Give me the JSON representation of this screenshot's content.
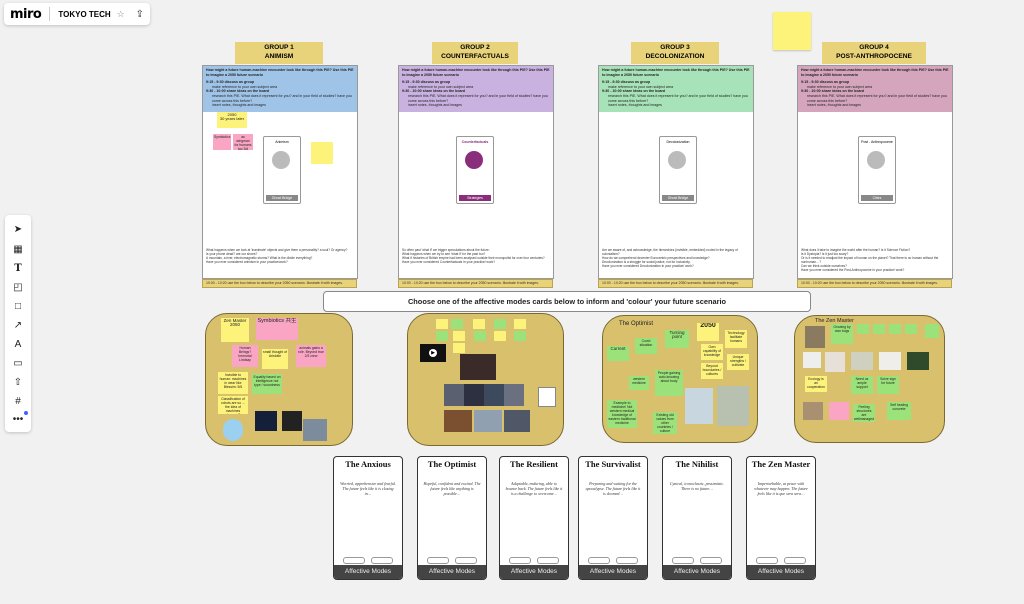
{
  "app": {
    "logo": "miro",
    "board_title": "TOKYO TECH"
  },
  "groups": [
    {
      "title_line1": "GROUP 1",
      "title_line2": "ANIMISM",
      "color": "#9fc4e8",
      "q": "How might a future human-machine encounter look like through this PIE? Use this PIE to imagine a 2050 future scenario",
      "steps": [
        "9:15 - 9:30 discuss as group",
        "make reference to your own subject area",
        "9:30 - 10:00 share ideas on the board",
        "research this PIE. What does it represent for you? and in your field of studies? have you come across this before?",
        "insert notes, thoughts and images"
      ],
      "card_label": "Animism",
      "card_foot": "Ghost Bridge",
      "bottom": "What happens when we look at 'inanimate' objects and give them a personality? a soul? Or agency?\nIs your phone dead? are our shoes?\nA mountain, a river, electromagnetic storms? What is the divide everything?\nHave you ever considered animism in your practice/work?"
    },
    {
      "title_line1": "GROUP 2",
      "title_line2": "COUNTERFACTUALS",
      "color": "#c9b1e0",
      "q": "How might a future human-machine encounter look like through this PIE? Use this PIE to imagine a 2050 future scenario",
      "steps": [
        "9:15 - 9:30 discuss as group",
        "make reference to your own subject area",
        "9:30 - 10:00 share ideas on the board",
        "research this PIE. What does it represent for you? and in your field of studies? have you come across this before?",
        "insert notes, thoughts and images"
      ],
      "card_label": "Counterfactuals",
      "card_foot": "Strategies",
      "bottom": "So often past 'what if' we trigger speculations about the future.\nWhat happens when we try to see 'what if' for the past too?\nWhat if histories of British empire had been analysed outside their monopolist for over four centuries?\nHave you ever considered Counterfactuals in your practice/ work?"
    },
    {
      "title_line1": "GROUP 3",
      "title_line2": "DECOLONIZATION",
      "color": "#a8e2b8",
      "q": "How might a future human-machine encounter look like through this PIE? Use this PIE to imagine a 2050 future scenario",
      "steps": [
        "9:15 - 9:30 discuss as group",
        "make reference to your own subject area",
        "9:30 - 10:00 share ideas on the board",
        "research this PIE. What does it represent for you? and in your field of studies? have you come across this before?",
        "insert notes, thoughts and images"
      ],
      "card_label": "Decolonization",
      "card_foot": "Ghost Bridge",
      "bottom": "Are we aware of, and acknowledge, the hierarchies (invisible, embedded) rooted in the legacy of colonialism?\nHow do we comprehend decenter Eurocentric perspectives and knowledge?\nDecolonization is a struggle for social justice, not for inclusivity.\nHave you ever considered Decolonization in your practice/ work?"
    },
    {
      "title_line1": "GROUP 4",
      "title_line2": "POST-ANTHROPOCENE",
      "color": "#d5a5bd",
      "q": "How might a future human-machine encounter look like through this PIE? Use this PIE to imagine a 2050 future scenario",
      "steps": [
        "9:15 - 9:30 discuss as group",
        "make reference to your own subject area",
        "9:30 - 10:00 share ideas on the board",
        "research this PIE. What does it represent for you? and in your field of studies? have you come across this before?",
        "insert notes, thoughts and images"
      ],
      "card_label": "Post - Anthropocene",
      "card_foot": "Cities",
      "bottom": "What does it take to imagine the world after the human? Is it Science Fiction?\nIs it Dystopia? Is it just too scary?\nOr is it needed to readjust the impact of human on the planet? That there is no human without the nonhuman…?\nCan we think outside ourselves?\nHave you ever considered the Post-Anthropocene in your practice/ work?"
    }
  ],
  "footer_text": "10:00 - 10:20 use the box below to describe your 2050 scenario. Illustrate it with images.",
  "banner": "Choose one of the affective modes cards below  to inform and 'colour' your future scenario",
  "g1_stickies": {
    "a": "2050\n30 years later",
    "b": "Symbiotics",
    "c": "as wingman for humans too 3/d",
    "d": "Zen Master 2050",
    "e": "Symbiotics 共生",
    "f": "Human Beings? Immortal Lindsay",
    "g": "small thought of Aristotle",
    "h": "animals gains a role. Beyond true 2/3 crew",
    "i": "Invisible to human: machines in wear like Blessim: 5/6",
    "j": "Equality based on intelligence not type / soundness",
    "k": "Classification of robots are so ... the idea of machines changed?"
  },
  "g3_stickies": {
    "title": "The Optimist",
    "current": "Current",
    "covid": "Covid situation",
    "turning": "Turning point",
    "y2050": "2050",
    "tech": "Technology facilitate humans",
    "own": "Own capability of knowledge",
    "beyond": "Beyond boundaries / cultures",
    "unique": "Unique strengths / cultivate",
    "western": "western medicine",
    "people": "People gaining auto-knowing about body",
    "example": "Example to medicine! Not western medical knowledge of eastern traditional medicine",
    "existing": "Existing old values from other countries / culture"
  },
  "g4_stickies": {
    "title": "The Zen Master",
    "s1": "Growing by own bugs",
    "s2": "Need us ample support",
    "s3": "Solve sign for future",
    "s4": "Ecology is an cooperation",
    "s5": "Self healing concrete",
    "s6": "Feeling structures are wellmanaged"
  },
  "modes": [
    {
      "title": "The Anxious",
      "desc": "Worried, apprehensive and fearful. The future feels like it is closing in…",
      "foot": "Affective Modes"
    },
    {
      "title": "The Optimist",
      "desc": "Hopeful, confident and excited. The future feels like anything is possible…",
      "foot": "Affective Modes"
    },
    {
      "title": "The Resilient",
      "desc": "Adaptable, enduring, able to bounce back. The future feels like it is a challenge to overcome…",
      "foot": "Affective Modes"
    },
    {
      "title": "The Survivalist",
      "desc": "Preparing and waiting for the apocalypse. The future feels like it is doomed…",
      "foot": "Affective Modes"
    },
    {
      "title": "The Nihilist",
      "desc": "Cynical, iconoclastic, pessimistic. There is no future…",
      "foot": "Affective Modes"
    },
    {
      "title": "The Zen Master",
      "desc": "Imperturbable, at peace with whatever may happen. The future feels like it is que sera sera…",
      "foot": "Affective Modes"
    }
  ],
  "colors": {
    "header": "#e8d27a",
    "blob": "#d8c06c",
    "sticky_yellow": "#fdf27a",
    "sticky_pink": "#f9a5c3",
    "sticky_green": "#9be27a"
  }
}
